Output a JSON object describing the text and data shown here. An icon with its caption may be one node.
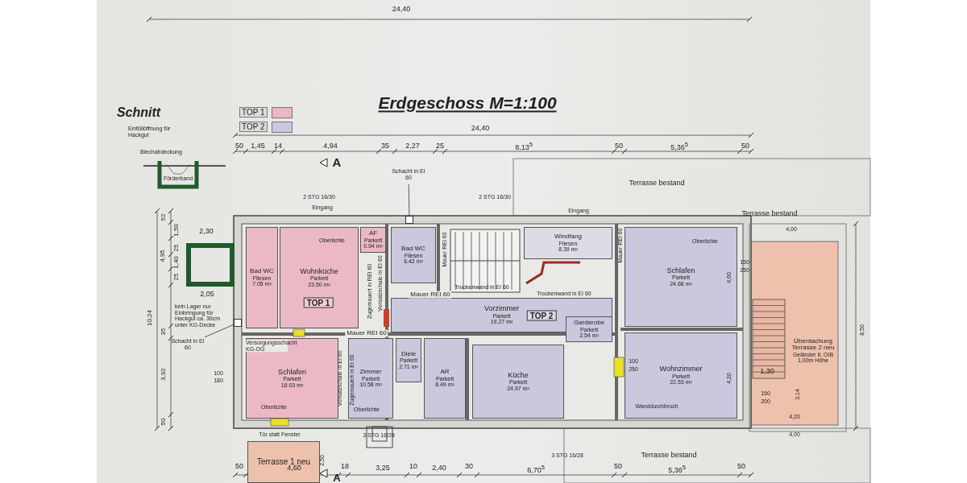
{
  "diagram": {
    "title": "Erdgeschoss M=1:100",
    "nodes": [
      {
        "text": [
          "Bad WC",
          "Fliesen",
          "7.05 m²"
        ]
      },
      {
        "text": [
          "Wohnküche",
          "Parkett",
          "23.50 m²"
        ]
      },
      {
        "text": [
          "AF",
          "Parkett",
          "0.94 m²"
        ]
      },
      {
        "text": [
          "Schlafen",
          "Parkett",
          "18.03 m²"
        ]
      },
      {
        "text": [
          "Zimmer",
          "Parkett",
          "10.58 m²"
        ]
      },
      {
        "text": [
          "Diele",
          "Parkett",
          "2.71 m²"
        ]
      },
      {
        "text": [
          "AR",
          "Parkett",
          "8.49 m²"
        ]
      },
      {
        "text": [
          "Bad WC",
          "Fliesen",
          "6.42 m²"
        ]
      },
      {
        "text": [
          "Windfang",
          "Fliesen",
          "8.39 m²"
        ]
      },
      {
        "text": [
          "Vorzimmer",
          "Parkett",
          "19.27 m²"
        ]
      },
      {
        "text": [
          "Küche",
          "Parkett",
          "24.97 m²"
        ]
      },
      {
        "text": [
          "Garderobe",
          "Parkett",
          "2.54 m²"
        ]
      },
      {
        "text": [
          "Schlafen",
          "Parkett",
          "24.68 m²"
        ]
      },
      {
        "text": [
          "Wohnzimmer",
          "Parkett",
          "22.53 m²"
        ]
      },
      {
        "text": [
          "Überdachung Terrasse 2 neu",
          "Geländer lt. OIB 1,00m Höhe"
        ]
      },
      {
        "text": [
          "Terrasse 1 neu"
        ]
      },
      {
        "text": [
          "Schacht in EI 60"
        ]
      },
      {
        "text": [
          "Schacht in EI 60"
        ]
      },
      {
        "text": [],
        "shape": "box"
      },
      {
        "text": [],
        "shape": "box"
      }
    ],
    "edges": [
      {
        "from": 16,
        "to": 18,
        "arrow": "none"
      },
      {
        "from": 17,
        "to": 19,
        "arrow": "none"
      }
    ],
    "labels": [
      "24,40",
      "Schnitt",
      "Einfüllöffnung für Hackgut",
      "Blechabdeckung",
      "Förderband",
      "24,40",
      "50",
      "1,45",
      "14",
      "4,94",
      "35",
      "2,27",
      "25",
      "8,13$^{5}$",
      "50",
      "5,36$^{5}$",
      "50",
      "A",
      "Terrasse bestand",
      "2 STG 16/30",
      "Eingang",
      "2 STG 16/30",
      "Eingang",
      "Terrasse bestand",
      "4,00",
      "52",
      "1,50",
      "2,30",
      "25",
      "1,40",
      "25",
      "4,95",
      "2,05",
      "10,24",
      "kein Lager nur Einbringung für Hackgut ca. 30cm unter KG-Decke",
      "35",
      "3,92",
      "50",
      "Oberlichte",
      "TOP 1",
      "Zugemauert in REI 60",
      "Vorsatzschale in EI 60",
      "Mauer REI 60",
      "Mauer REI 60",
      "Trockenwand in EI 60",
      "Trockenwand in EI 60",
      "TOP 2",
      "Mauer REI 60",
      "Oberlichte",
      "4,60",
      "150",
      "250",
      "Mauer REI 60",
      "Versorgungsschacht KG-OG",
      "100",
      "180",
      "Vorsatzschale in EI 60",
      "Zugemauert in EI 60",
      "Oberlichte",
      "Oberlichte",
      "100",
      "250",
      "Wanddurchbruch",
      "4,20",
      "1,30",
      "150",
      "200",
      "3,14",
      "8,50",
      "4,20",
      "Tür statt Fenster",
      "4,00",
      "2,50",
      "3 STG 16/28",
      "3 STG 16/28",
      "Terrasse bestand",
      "50",
      "4,60",
      "18",
      "3,25",
      "10",
      "2,40",
      "30",
      "6,70$^{5}$",
      "50",
      "5,36$^{5}$",
      "50",
      "A"
    ],
    "legend": [
      {
        "text": "TOP 1",
        "color": "#ebb9c5"
      },
      {
        "text": "TOP 2",
        "color": "#cbc7dd"
      }
    ]
  }
}
